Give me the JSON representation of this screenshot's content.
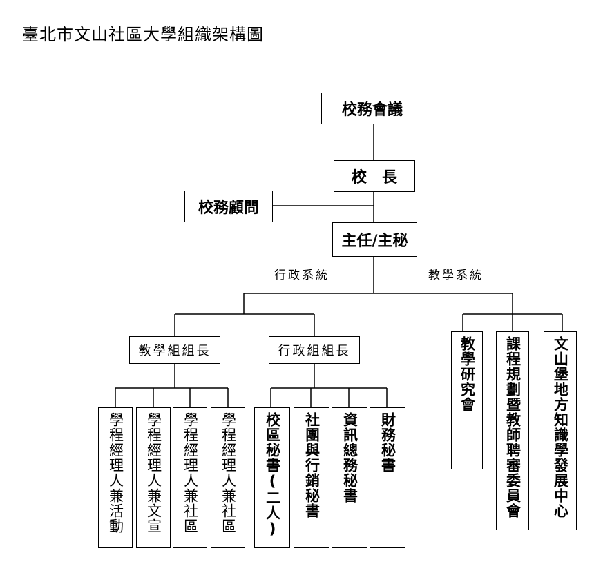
{
  "title": "臺北市文山社區大學組織架構圖",
  "top": {
    "council": "校務會議",
    "principal": "校　長",
    "advisor": "校務顧問",
    "director": "主任/主秘"
  },
  "systems": {
    "admin": "行政系統",
    "teaching": "教學系統"
  },
  "group_leaders": {
    "teaching": "教學組組長",
    "admin": "行政組組長"
  },
  "teaching_staff": [
    "學程經理人兼活動",
    "學程經理人兼文宣",
    "學程經理人兼社區",
    "學程經理人兼社區"
  ],
  "admin_staff": [
    "校區秘書(二人)",
    "社團與行銷秘書",
    "資訊總務秘書",
    "財務秘書"
  ],
  "teaching_committees": [
    "教學研究會",
    "課程規劃暨教師聘審委員會",
    "文山堡地方知識學發展中心"
  ]
}
